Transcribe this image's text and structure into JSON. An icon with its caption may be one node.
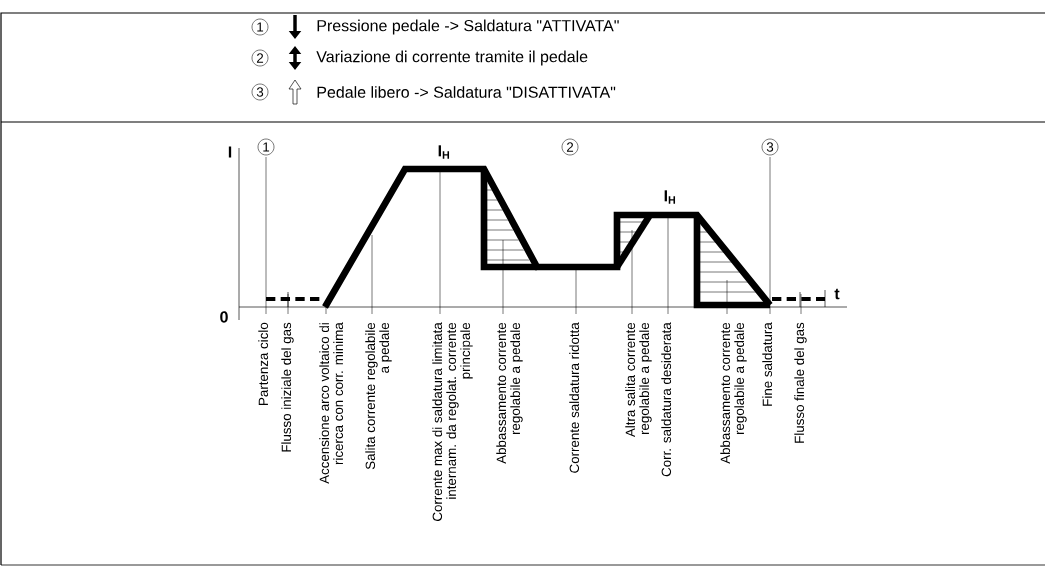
{
  "diagram": {
    "labels": [
      "1",
      "2",
      "3",
      "I",
      "1",
      "I$_{H}$",
      "2",
      "3",
      "I$_{H}$",
      "t",
      "0",
      "Partenza ciclo",
      "Flusso iniziale del gas",
      "Accensione arco voltaico di ricerca con corr. minima",
      "Salita corrente regolabile a pedale",
      "Corrente max di saldatura limitata internam. da regolat. corrente principale",
      "Abbassamento corrente regolabile a pedale",
      "Corrente saldatura ridotta",
      "Altra salita corrente regolabile a pedale",
      "Corr. saldatura desiderata",
      "Abbassamento corrente regolabile a pedale",
      "Fine saldatura",
      "Flusso finale del gas"
    ],
    "legend": [
      {
        "text": "Pressione pedale -> Saldatura \"ATTIVATA\""
      },
      {
        "text": "Variazione di corrente tramite il pedale"
      },
      {
        "text": "Pedale libero -> Saldatura \"DISATTIVATA\""
      }
    ]
  }
}
